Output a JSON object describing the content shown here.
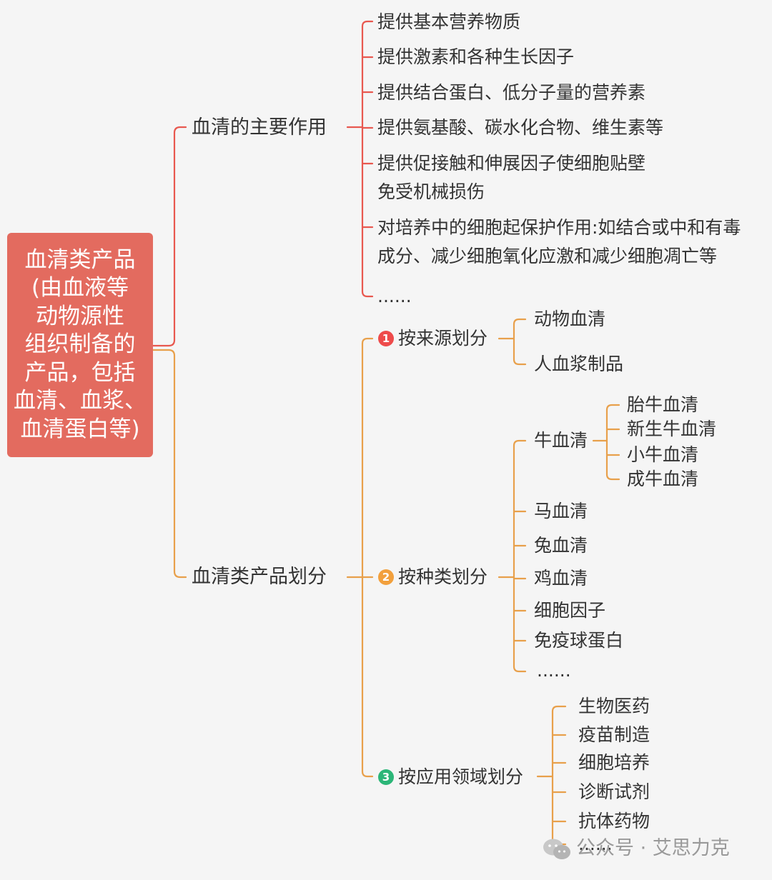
{
  "colors": {
    "red_branch": "#e8584f",
    "orange_branch": "#e8a04b",
    "root_bg": "#e36b5f",
    "badge1": "#ee4b4b",
    "badge2": "#f2a03d",
    "badge3": "#2cb678"
  },
  "root": {
    "lines": [
      "血清类产品",
      "(由血液等",
      "动物源性",
      "组织制备的",
      "产品，包括",
      "血清、血浆、",
      "血清蛋白等)"
    ]
  },
  "roles": {
    "title": "血清的主要作用",
    "items": [
      {
        "lines": [
          "提供基本营养物质"
        ]
      },
      {
        "lines": [
          "提供激素和各种生长因子"
        ]
      },
      {
        "lines": [
          "提供结合蛋白、低分子量的营养素"
        ]
      },
      {
        "lines": [
          "提供氨基酸、碳水化合物、维生素等"
        ]
      },
      {
        "lines": [
          "提供促接触和伸展因子使细胞贴壁",
          "免受机械损伤"
        ]
      },
      {
        "lines": [
          "对培养中的细胞起保护作用:如结合或中和有毒",
          "成分、减少细胞氧化应激和减少细胞凋亡等"
        ]
      },
      {
        "lines": [
          "......"
        ]
      }
    ]
  },
  "classification": {
    "title": "血清类产品划分",
    "by_source": {
      "badge": "1",
      "title": "按来源划分",
      "items": [
        "动物血清",
        "人血浆制品"
      ]
    },
    "by_species": {
      "badge": "2",
      "title": "按种类划分",
      "bovine": {
        "title": "牛血清",
        "items": [
          "胎牛血清",
          "新生牛血清",
          "小牛血清",
          "成牛血清"
        ]
      },
      "items": [
        "马血清",
        "兔血清",
        "鸡血清",
        "细胞因子",
        "免疫球蛋白",
        "......"
      ]
    },
    "by_application": {
      "badge": "3",
      "title": "按应用领域划分",
      "items": [
        "生物医药",
        "疫苗制造",
        "细胞培养",
        "诊断试剂",
        "抗体药物",
        "......"
      ]
    }
  },
  "watermark": {
    "text": "公众号 · 艾思力克",
    "icon": "wechat-icon"
  }
}
